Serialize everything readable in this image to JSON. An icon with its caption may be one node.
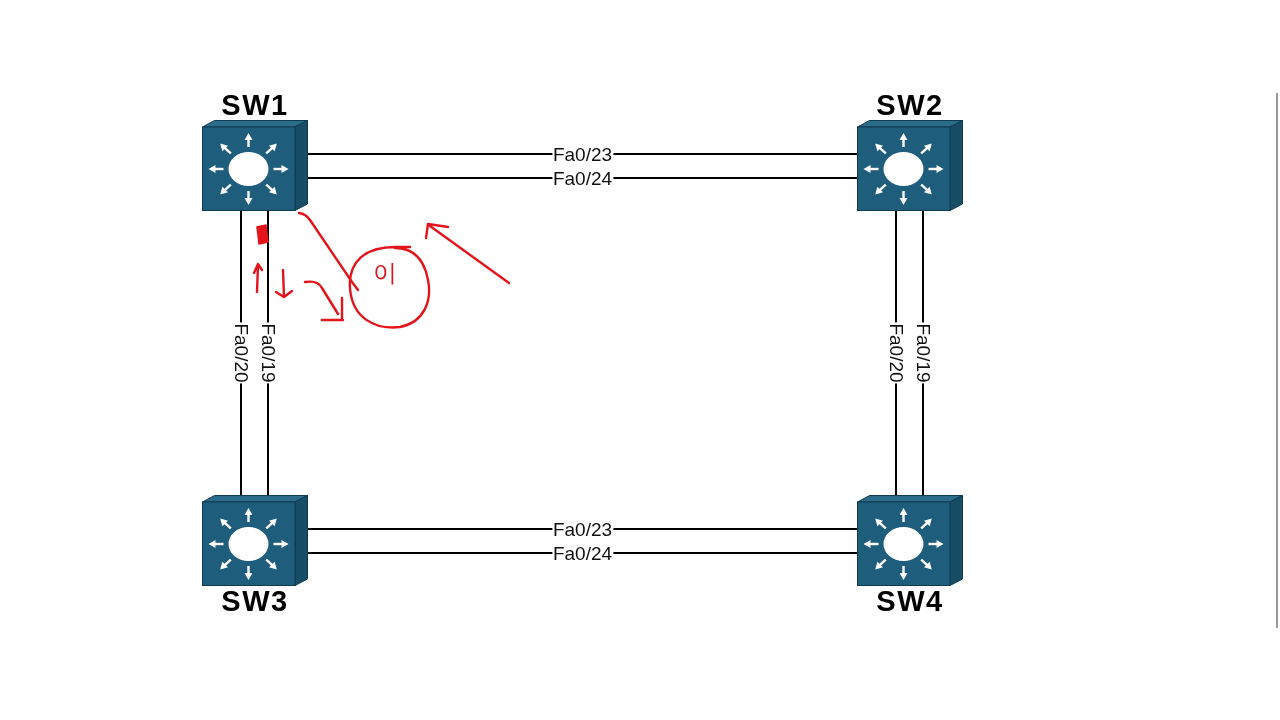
{
  "diagram": {
    "nodes": [
      {
        "text": [
          "SW1"
        ]
      },
      {
        "text": [
          "SW2"
        ]
      },
      {
        "text": [
          "SW3"
        ]
      },
      {
        "text": [
          "SW4"
        ]
      }
    ],
    "edges": [
      {
        "from": 0,
        "to": 1,
        "arrow": "none",
        "label": "Fa0/23"
      },
      {
        "from": 0,
        "to": 1,
        "arrow": "none",
        "label": "Fa0/24"
      },
      {
        "from": 0,
        "to": 2,
        "arrow": "none",
        "label": "Fa0/20"
      },
      {
        "from": 0,
        "to": 2,
        "arrow": "none",
        "label": "Fa0/19"
      },
      {
        "from": 1,
        "to": 3,
        "arrow": "none",
        "label": "Fa0/20"
      },
      {
        "from": 1,
        "to": 3,
        "arrow": "none",
        "label": "Fa0/19"
      },
      {
        "from": 2,
        "to": 3,
        "arrow": "none",
        "label": "Fa0/23"
      },
      {
        "from": 2,
        "to": 3,
        "arrow": "none",
        "label": "Fa0/24"
      }
    ],
    "labels": [
      "이"
    ]
  }
}
